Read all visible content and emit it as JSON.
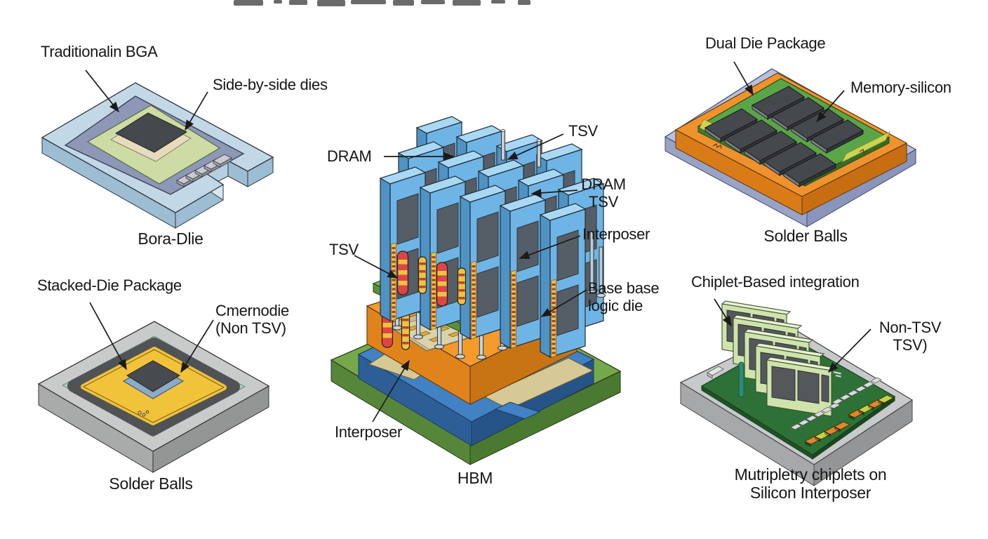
{
  "figure": {
    "type": "technical-diagram",
    "subject": "chip packaging technologies",
    "panels": {
      "traditional_bga": {
        "label_package": "Traditionalin BGA",
        "label_dies": "Side-by-side dies",
        "caption": "Bora-Dlie"
      },
      "stacked_die": {
        "label_package": "Stacked-Die Package",
        "label_die": "Cmernodie\n(Non TSV)",
        "caption": "Solder Balls"
      },
      "hbm": {
        "label_dram": "DRAM",
        "label_tsv_top": "TSV",
        "label_dram_tsv": "DRAM\nTSV",
        "label_interposer_right": "Interposer",
        "label_tsv_left": "TSV",
        "label_base_logic": "Base base\nlogic die",
        "label_interposer_bottom": "Interposer",
        "caption": "HBM"
      },
      "dual_die": {
        "label_package": "Dual Die Package",
        "label_memory": "Memory-silicon",
        "caption": "Solder Balls"
      },
      "chiplet": {
        "label_integration": "Chiplet-Based integration",
        "label_non_tsv": "Non-TSV\nTSV)",
        "caption": "Mutripletry chiplets on\nSilicon Interposer"
      }
    },
    "colors": {
      "text": "#161616",
      "dram_blue": "#6eb5e5",
      "interposer_board_green": "#79b74b",
      "base_orange": "#f59a2b",
      "substrate_green": "#5aa548",
      "solder_gray": "#c9cbca",
      "die_dark": "#45484c",
      "tsv_red": "#df4545",
      "tsv_yellow": "#ecc43e",
      "pcb_dark_green": "#2e7137",
      "chiplet_card_green": "#cfe3ac",
      "package_lavender": "#b7c0dd",
      "bga_blue": "#c3d8e7",
      "stacked_yellow": "#f1c33b"
    }
  }
}
